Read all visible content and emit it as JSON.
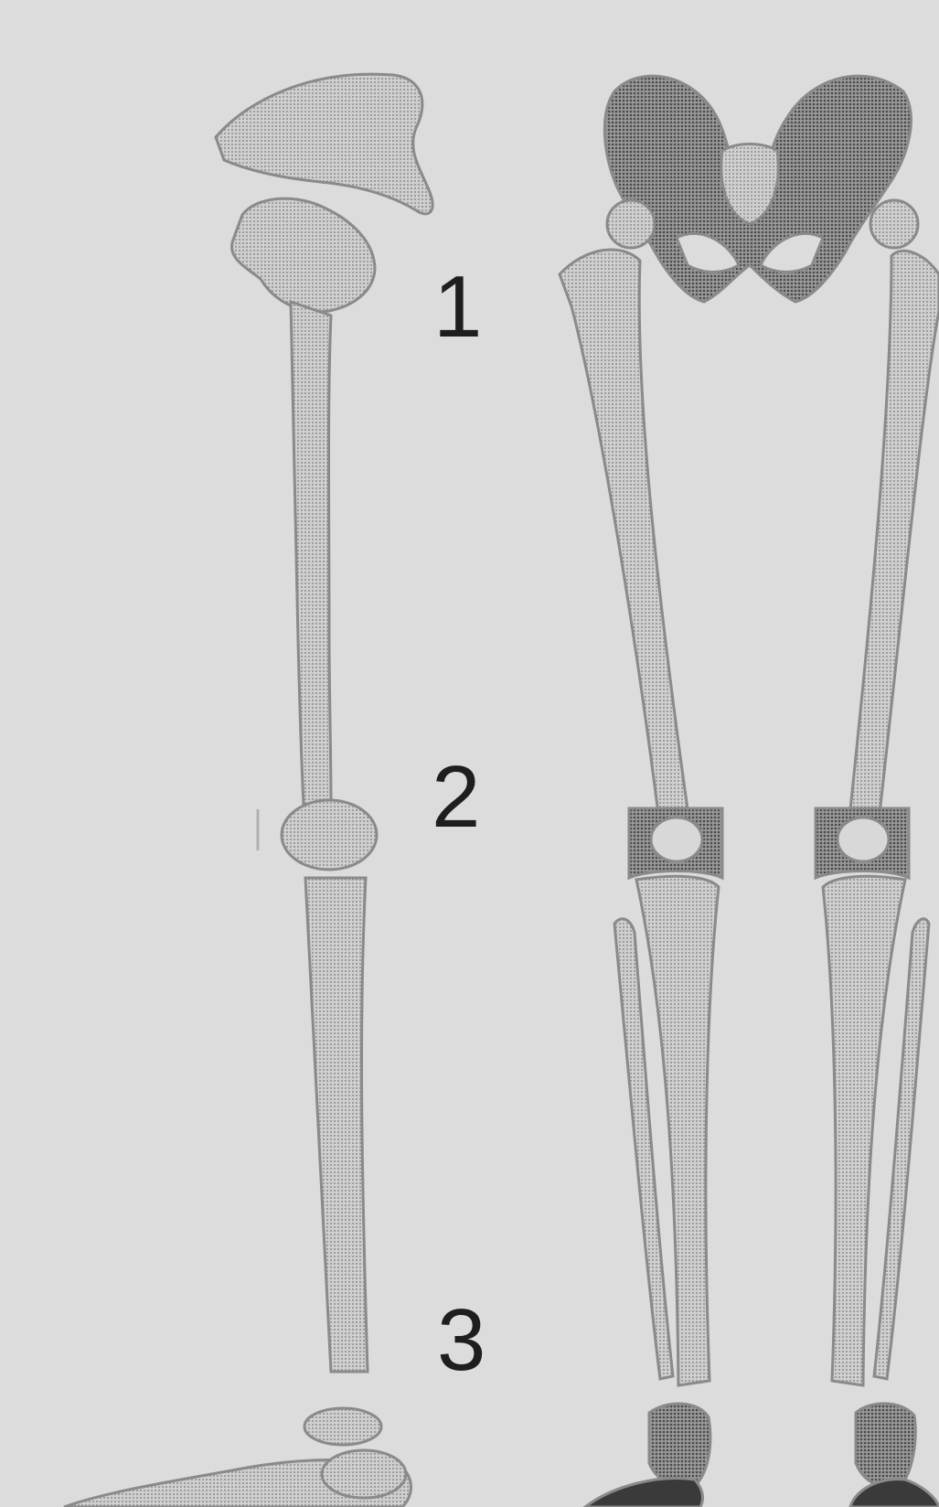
{
  "labels": {
    "joint_1": "1",
    "joint_2": "2",
    "joint_3": "3"
  },
  "colors": {
    "background": "#dcdcdc",
    "bone_fill": "#c9c9c9",
    "bone_stroke": "#8a8a8a",
    "bone_dark": "#6e6e6e",
    "label_text": "#1e1e1e"
  }
}
